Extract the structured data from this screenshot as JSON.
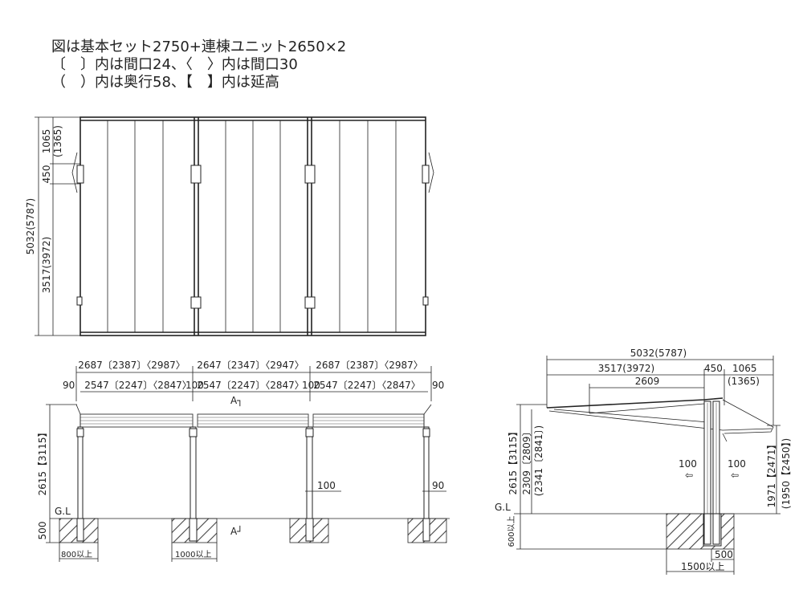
{
  "notes": {
    "line1": "図は基本セット2750+連棟ユニット2650×2",
    "line2": "〔　〕内は間口24、〈　〉内は間口30",
    "line3": "（　）内は奥行58、【　】内は延高"
  },
  "plan": {
    "dim_total": "5032(5787)",
    "dim_main": "3517(3972)",
    "dim_450": "450",
    "dim_top": "1065",
    "dim_top_alt": "(1365)"
  },
  "front": {
    "bay_outer": [
      "2687〔2387〕〈2987〉",
      "2647〔2347〕〈2947〉",
      "2687〔2387〕〈2987〉"
    ],
    "bay_inner": [
      "2547〔2247〕〈2847〉",
      "2547〔2247〕〈2847〉",
      "2547〔2247〕〈2847〉"
    ],
    "edge_left": "90",
    "edge_right": "90",
    "gap_1": "100",
    "gap_2": "100",
    "height": "2615【3115】",
    "post_100": "100",
    "post_90": "90",
    "gl": "G.L",
    "depth_500": "500",
    "found_left": "800以上",
    "found_mid": "1000以上",
    "section_top": "A┐",
    "section_bottom": "A┘"
  },
  "side": {
    "dim_total": "5032(5787)",
    "dim_main": "3517(3972)",
    "dim_450": "450",
    "dim_1065": "1065",
    "dim_1365": "(1365)",
    "dim_2609": "2609",
    "h_left_1": "2615【3115】",
    "h_left_2": "2309〔2809〕",
    "h_left_3": "(2341〔2841〕)",
    "h_right_1": "1971【2471】",
    "h_right_2": "(1950【2450】)",
    "post_left": "100",
    "post_right": "100",
    "gl": "G.L",
    "depth_600": "600以上",
    "depth_500": "500",
    "found_width": "1500以上"
  }
}
